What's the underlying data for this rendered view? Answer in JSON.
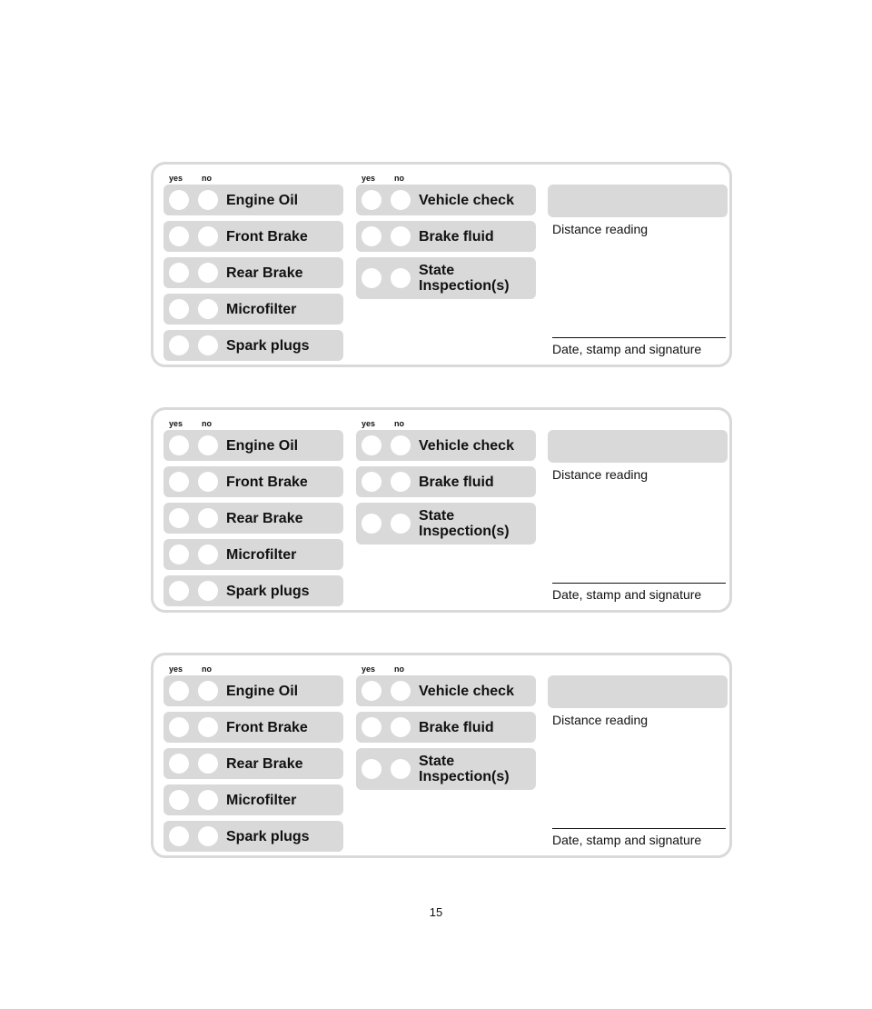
{
  "columns": {
    "yes_label": "yes",
    "no_label": "no"
  },
  "left_items": [
    "Engine Oil",
    "Front Brake",
    "Rear Brake",
    "Microfilter",
    "Spark plugs"
  ],
  "middle_items": [
    "Vehicle check",
    "Brake fluid",
    "State Inspection(s)"
  ],
  "distance_label": "Distance reading",
  "signature_label": "Date, stamp and signature",
  "page_number": "15",
  "colors": {
    "panel_gray": "#d9d9d9",
    "border_gray": "#d9d9d9",
    "text": "#111111"
  },
  "cards": [
    {
      "id": "card-1"
    },
    {
      "id": "card-2"
    },
    {
      "id": "card-3"
    }
  ]
}
